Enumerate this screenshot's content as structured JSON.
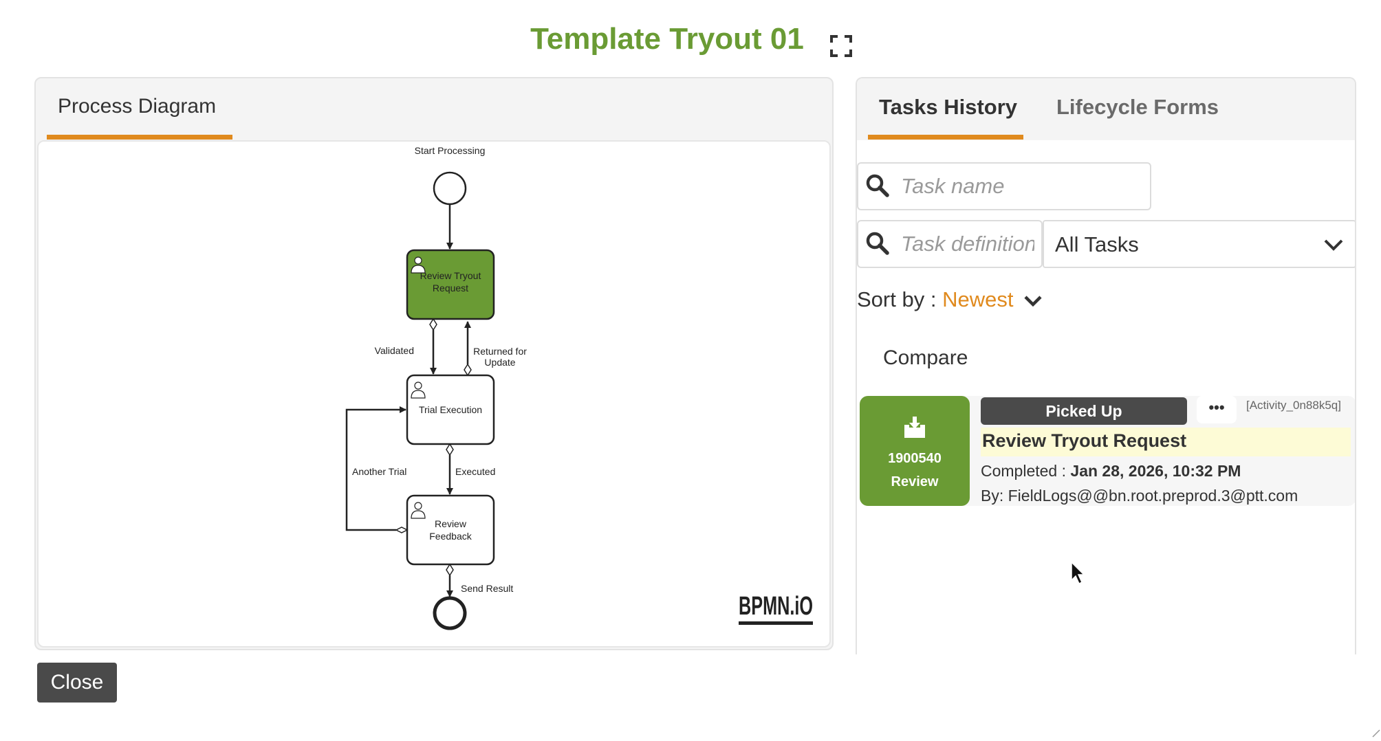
{
  "page": {
    "title": "Template Tryout 01"
  },
  "left_panel": {
    "tab_label": "Process Diagram",
    "diagram": {
      "start_label": "Start Processing",
      "task1_line1": "Review Tryout",
      "task1_line2": "Request",
      "task2": "Trial Execution",
      "task3_line1": "Review",
      "task3_line2": "Feedback",
      "flow_validated": "Validated",
      "flow_returned_line1": "Returned for",
      "flow_returned_line2": "Update",
      "flow_executed": "Executed",
      "flow_another": "Another Trial",
      "flow_send": "Send Result",
      "logo": "BPMN.iO",
      "active_color": "#6a9b34"
    }
  },
  "right_panel": {
    "tabs": [
      {
        "label": "Tasks History",
        "active": true
      },
      {
        "label": "Lifecycle Forms",
        "active": false
      }
    ],
    "search_task_name_placeholder": "Task name",
    "search_task_def_placeholder": "Task definition",
    "filter_selected": "All Tasks",
    "sort_label": "Sort by :",
    "sort_value": "Newest",
    "compare_label": "Compare",
    "task_card": {
      "number": "1900540",
      "type": "Review",
      "status": "Picked Up",
      "more": "•••",
      "activity_id": "[Activity_0n88k5q]",
      "title": "Review Tryout Request",
      "completed_label": "Completed :",
      "completed_value": "Jan 28, 2026, 10:32 PM",
      "by": "By: FieldLogs@@bn.root.preprod.3@ptt.com"
    }
  },
  "footer": {
    "close_label": "Close"
  },
  "colors": {
    "brand_green": "#6a9b34",
    "accent_orange": "#e08a1e",
    "dark_button": "#4a4a4a"
  }
}
